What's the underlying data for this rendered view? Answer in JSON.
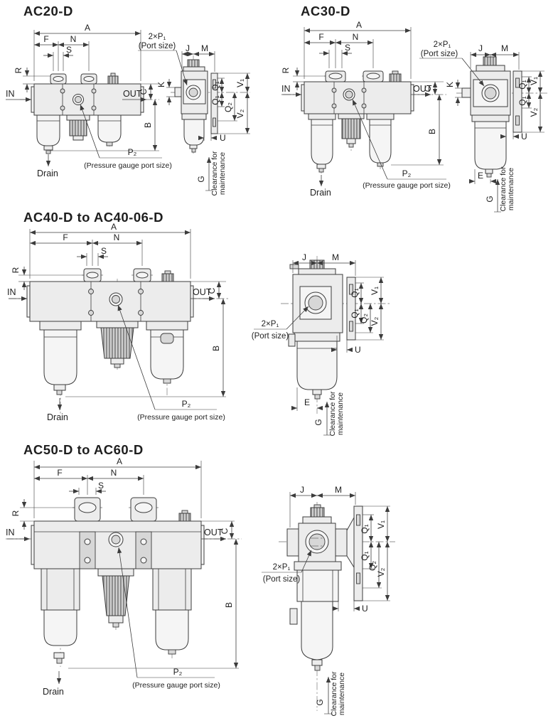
{
  "page": {
    "background": "#ffffff",
    "line_color": "#3c3c3c"
  },
  "sections": [
    {
      "title": "AC20-D"
    },
    {
      "title": "AC30-D"
    },
    {
      "title": "AC40-D to AC40-06-D"
    },
    {
      "title": "AC50-D to AC60-D"
    }
  ],
  "labels": {
    "a": "A",
    "f": "F",
    "n": "N",
    "s": "S",
    "r": "R",
    "c": "C",
    "b": "B",
    "k": "K",
    "j": "J",
    "m": "M",
    "q1": "Q₁",
    "q2": "Q₂",
    "v1": "V₁",
    "v2": "V₂",
    "u": "U",
    "e": "E",
    "g": "G",
    "p2": "P₂",
    "port": "2×P₁",
    "port_size": "(Port size)",
    "in": "IN",
    "out": "OUT",
    "drain": "Drain",
    "gauge_note": "(Pressure gauge port size)",
    "clearance1": "Clearance for",
    "clearance2": "maintenance"
  }
}
